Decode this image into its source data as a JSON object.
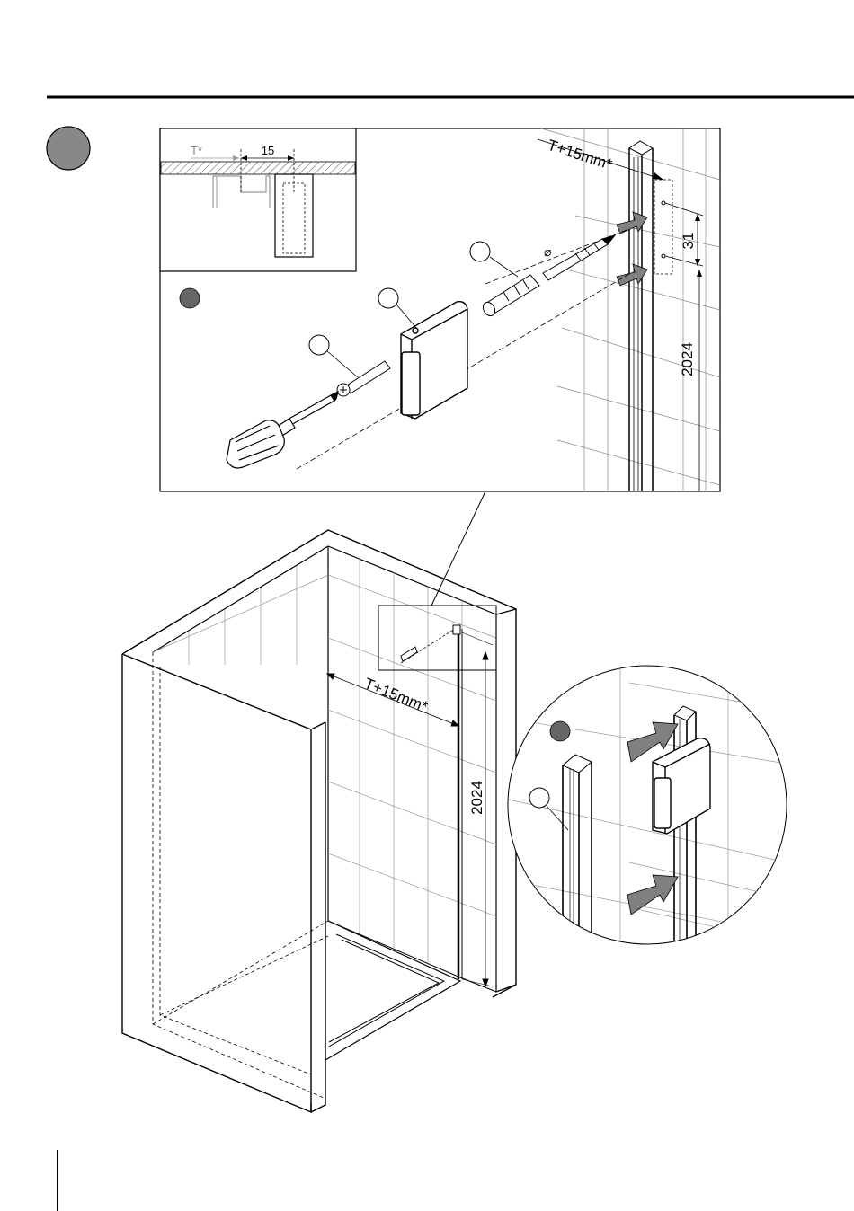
{
  "header": {
    "rule_color": "#000000"
  },
  "step_marker": {
    "color": "#888888"
  },
  "detail_inset": {
    "tolerance_label": "T*",
    "offset_value": "15"
  },
  "main_detail": {
    "offset_label": "T+15mm*",
    "hole_spacing": "31",
    "height": "2024",
    "diameter_symbol": "⌀",
    "sub_marker_color": "#666666",
    "arrow_color": "#808080"
  },
  "overview": {
    "offset_label": "T+15mm*",
    "height": "2024"
  },
  "zoom_circle": {
    "sub_marker_color": "#666666",
    "arrow_color": "#808080"
  }
}
